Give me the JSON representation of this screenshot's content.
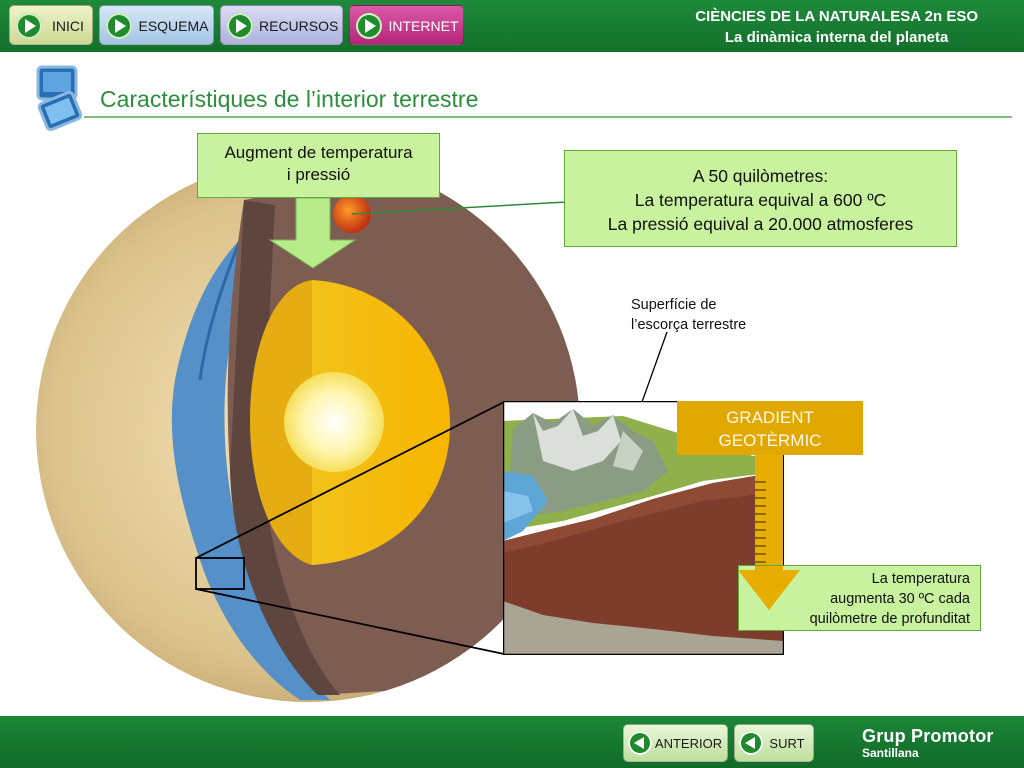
{
  "nav": {
    "inici": "INICI",
    "esquema": "ESQUEMA",
    "recursos": "RECURSOS",
    "internet": "INTERNET"
  },
  "header": {
    "line1": "CIÈNCIES DE LA NATURALESA 2n ESO",
    "line2": "La dinàmica interna del planeta"
  },
  "title": "Característiques de l’interior terrestre",
  "callouts": {
    "pressure_line1": "Augment de temperatura",
    "pressure_line2": "i pressió",
    "depth_line1": "A 50 quilòmetres:",
    "depth_line2": "La temperatura equival a 600 ºC",
    "depth_line3": "La pressió equival a 20.000 atmosferes",
    "surface_line1": "Superfície de",
    "surface_line2": "l’escorça terrestre",
    "gradient_line1": "GRADIENT",
    "gradient_line2": "GEOTÈRMIC",
    "temp_line1": "La temperatura",
    "temp_line2": "augmenta 30 ºC cada",
    "temp_line3": "quilòmetre de profunditat"
  },
  "footer": {
    "anterior": "ANTERIOR",
    "surt": "SURT",
    "brand_line1": "Grup Promotor",
    "brand_line2": "Santillana"
  },
  "colors": {
    "topbar": "#1a7f35",
    "nav_inici": "#dfe9b0",
    "nav_esquema": "#b8d4ee",
    "nav_recursos": "#c4c7e9",
    "nav_internet": "#c8368c",
    "title": "#2c8e3c",
    "callout_fill": "#c9f29e",
    "gradient_box": "#e0a800"
  },
  "icons": {
    "nav": "play-icon",
    "footer": "back-arrow-icon",
    "page": "slides-icon"
  }
}
